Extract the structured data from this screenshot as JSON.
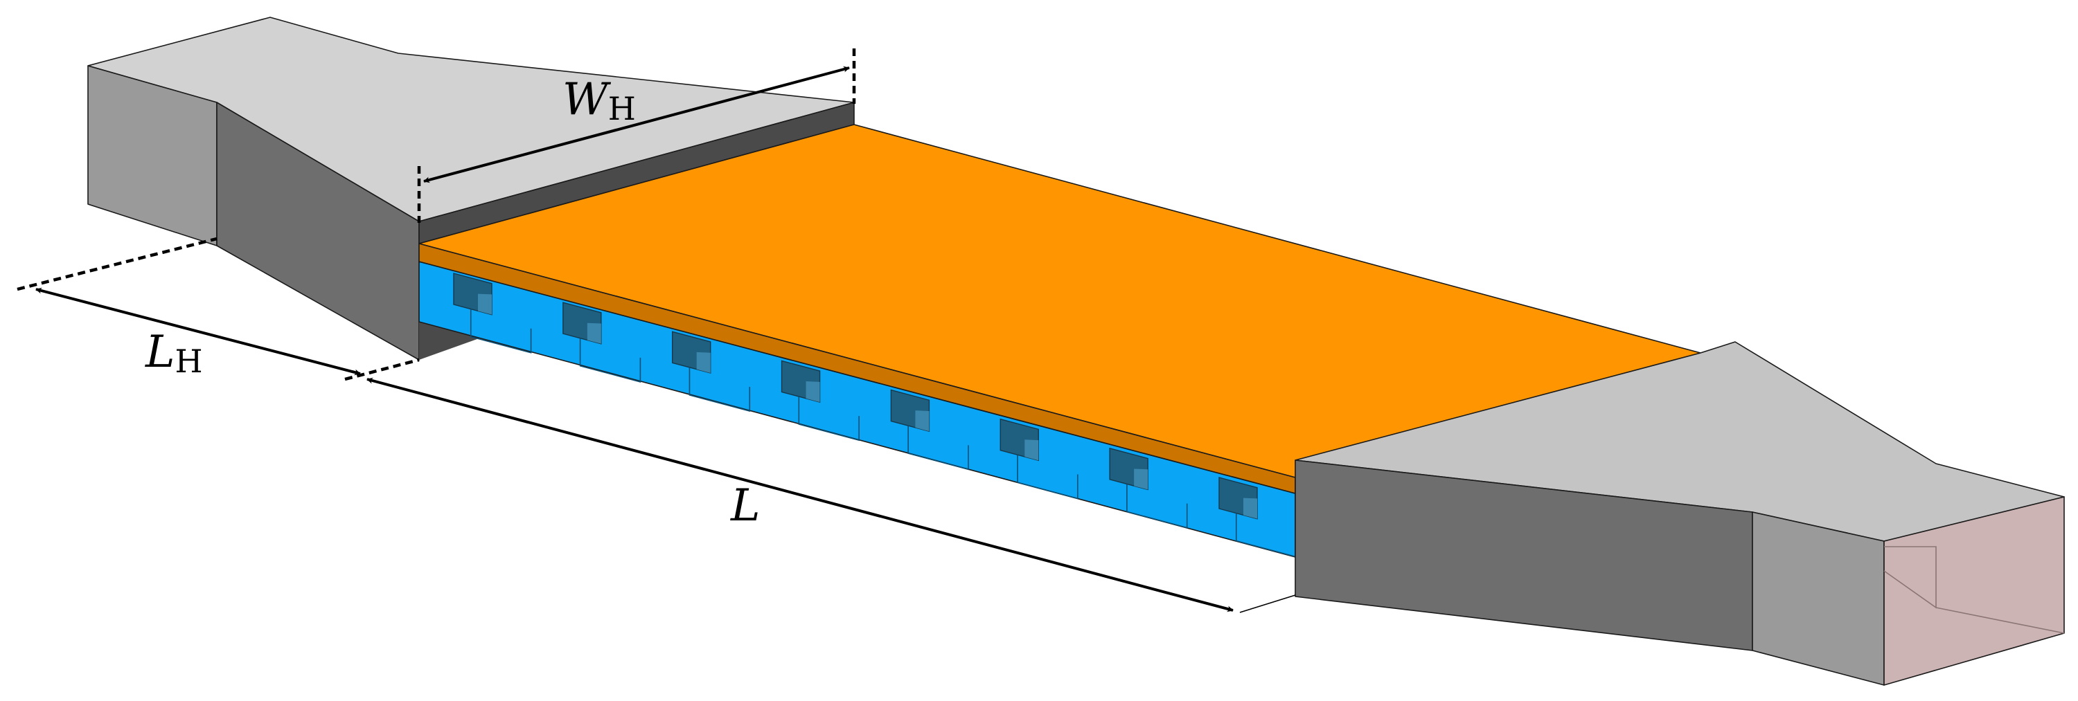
{
  "labels": {
    "width_heater": {
      "symbol": "W",
      "subscript": "H"
    },
    "length_heater": {
      "symbol": "L",
      "subscript": "H"
    },
    "length": {
      "symbol": "L"
    }
  },
  "colors": {
    "heater_top": "#ff9500",
    "heater_side": "#cc7400",
    "channel_blue": "#0aa5f5",
    "channel_dark": "#1f5f80",
    "plenum_light": "#d2d2d2",
    "plenum_mid": "#9a9a9a",
    "plenum_dark": "#6e6e6e",
    "outlet_pink": "#cdb4b4"
  },
  "fins": {
    "count": 8
  }
}
